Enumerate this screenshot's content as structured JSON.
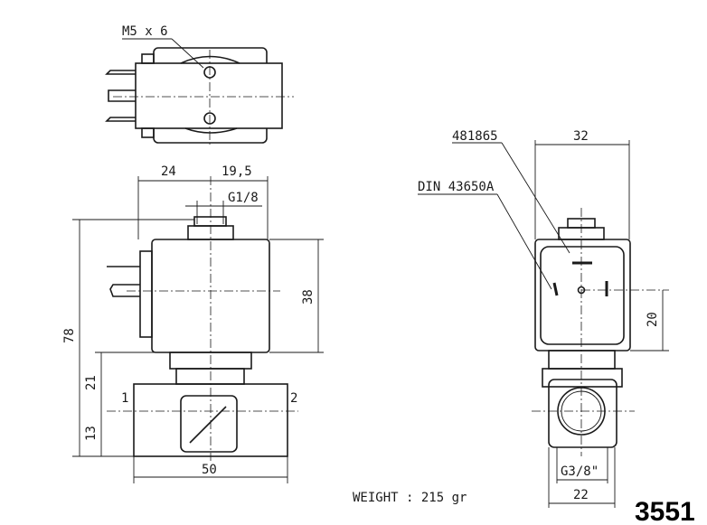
{
  "labels": {
    "thread_top": "M5 x 6",
    "dim_24": "24",
    "dim_19_5": "19,5",
    "port_pilot": "G1/8",
    "dim_78": "78",
    "dim_38": "38",
    "dim_21": "21",
    "dim_13": "13",
    "dim_50": "50",
    "port_1": "1",
    "port_2": "2",
    "part_number": "481865",
    "connector_std": "DIN 43650A",
    "dim_32": "32",
    "dim_20": "20",
    "port_thread": "G3/8\"",
    "dim_22": "22",
    "weight": "WEIGHT : 215 gr",
    "model": "3551"
  }
}
